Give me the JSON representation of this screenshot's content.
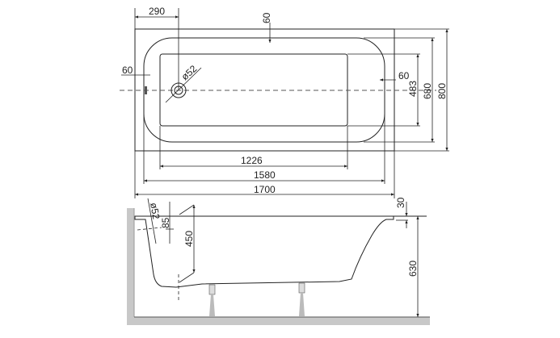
{
  "top_view": {
    "dims": {
      "drain_offset": "290",
      "rim_top": "60",
      "rim_left": "60",
      "rim_right": "60",
      "drain_diameter": "ø52",
      "floor_length": "1226",
      "inner_length": "1580",
      "outer_length": "1700",
      "floor_width": "483",
      "inner_width": "680",
      "outer_width": "800"
    }
  },
  "side_view": {
    "dims": {
      "overflow_diameter": "ø52",
      "overflow_depth": "85",
      "depth": "450",
      "rim_thickness": "30",
      "height": "630"
    }
  },
  "colors": {
    "fill": "#e6e6e6",
    "wall": "#c8c8c8",
    "line": "#222222"
  }
}
